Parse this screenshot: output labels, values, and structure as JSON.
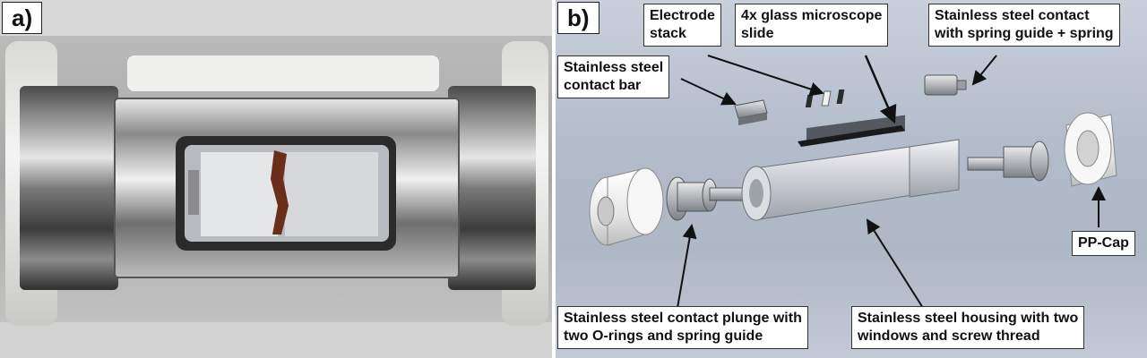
{
  "panels": {
    "a": {
      "label": "a)"
    },
    "b": {
      "label": "b)"
    }
  },
  "callouts": {
    "electrode_stack": "Electrode\nstack",
    "glass_slide": "4x glass microscope\nslide",
    "spring_contact": "Stainless steel contact\nwith spring guide + spring",
    "contact_bar": "Stainless steel\ncontact bar",
    "pp_cap": "PP-Cap",
    "contact_plunge": "Stainless steel contact plunge with\ntwo O-rings and spring guide",
    "housing": "Stainless steel housing with two\nwindows and screw thread"
  },
  "colors": {
    "render_background": "#b3bccb",
    "metal": "#9aa0a6",
    "white_part": "#f2f2f2",
    "dark_slide": "#1a1a1a"
  }
}
